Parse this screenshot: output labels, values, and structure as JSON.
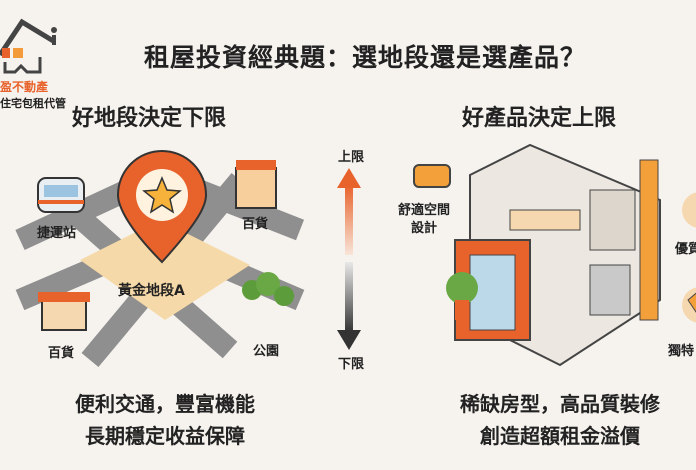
{
  "logo": {
    "line1": "盈不動產",
    "line2": "住宅包租代管"
  },
  "title": "租屋投資經典題：選地段還是選產品？",
  "left": {
    "heading": "好地段決定下限",
    "labels": {
      "mrt": "捷運站",
      "dept1": "百貨",
      "center": "黃金地段A",
      "dept2": "百貨",
      "park": "公園"
    },
    "caption": [
      "便利交通，豐富機能",
      "長期穩定收益保障"
    ]
  },
  "scale": {
    "top": "上限",
    "bottom": "下限"
  },
  "right": {
    "heading": "好產品決定上限",
    "labels": {
      "comfort": [
        "舒適空間",
        "設計"
      ],
      "quality": "優質",
      "unique": "獨特"
    },
    "caption": [
      "稀缺房型，高品質裝修",
      "創造超額租金溢價"
    ]
  },
  "colors": {
    "accent": "#e8632c",
    "orange": "#f3a03a",
    "road": "#8a8a8a"
  }
}
